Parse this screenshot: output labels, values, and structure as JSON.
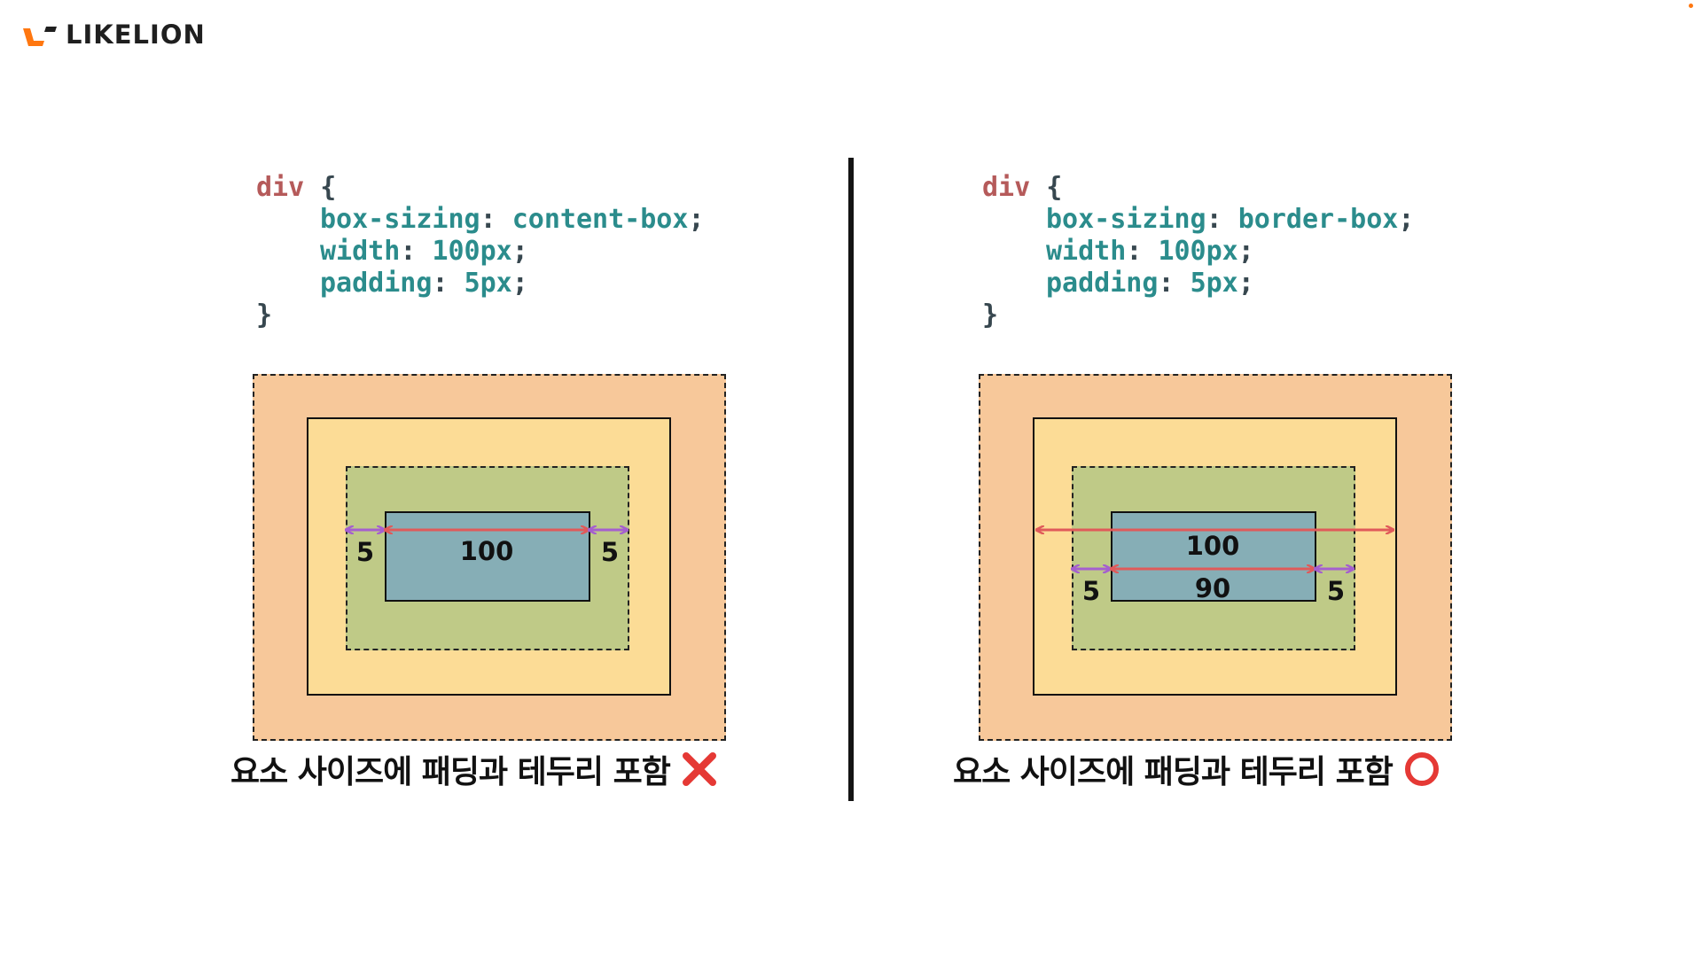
{
  "brand": {
    "name": "LIKELION",
    "accent": "#ff7710"
  },
  "panels": [
    {
      "code": {
        "selector": "div",
        "open": "{",
        "close": "}",
        "lines": [
          {
            "prop": "box-sizing",
            "value": "content-box"
          },
          {
            "prop": "width",
            "value": "100px"
          },
          {
            "prop": "padding",
            "value": "5px"
          }
        ]
      },
      "labels": {
        "content": "100",
        "pad_left": "5",
        "pad_right": "5"
      },
      "caption": "요소 사이즈에 패딩과 테두리 포함",
      "mark": "cross-mark-icon"
    },
    {
      "code": {
        "selector": "div",
        "open": "{",
        "close": "}",
        "lines": [
          {
            "prop": "box-sizing",
            "value": "border-box"
          },
          {
            "prop": "width",
            "value": "100px"
          },
          {
            "prop": "padding",
            "value": "5px"
          }
        ]
      },
      "labels": {
        "total": "100",
        "content": "90",
        "pad_left": "5",
        "pad_right": "5"
      },
      "caption": "요소 사이즈에 패딩과 테두리 포함",
      "mark": "circle-mark-icon"
    }
  ],
  "colors": {
    "margin": "#f7c89a",
    "border": "#fcdc96",
    "padding": "#bfca87",
    "content": "#86aeb6",
    "arrow_width": "#e05a5a",
    "arrow_padding": "#a55fcf",
    "cross": "#e53935",
    "circle": "#e53935"
  }
}
